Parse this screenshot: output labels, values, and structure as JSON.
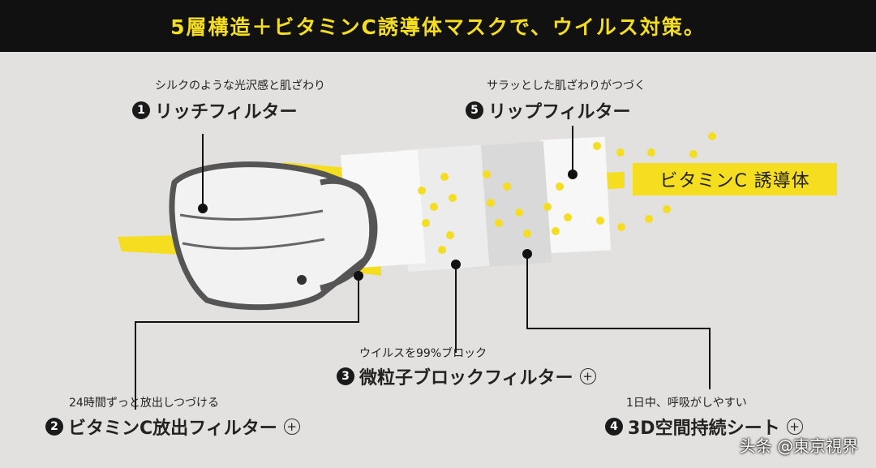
{
  "header": {
    "title": "5層構造＋ビタミンC誘導体マスクで、ウイルス対策。"
  },
  "vitamin_label": "ビタミンC 誘導体",
  "layers": [
    {
      "number": "1",
      "sub": "シルクのような光沢感と肌ざわり",
      "name": "リッチフィルター",
      "plus": false
    },
    {
      "number": "2",
      "sub": "24時間ずっと放出しつづける",
      "name": "ビタミンC放出フィルター",
      "plus": true
    },
    {
      "number": "3",
      "sub": "ウイルスを99%ブロック",
      "name": "微粒子ブロックフィルター",
      "plus": true
    },
    {
      "number": "4",
      "sub": "1日中、呼吸がしやすい",
      "name": "3D空間持続シート",
      "plus": true
    },
    {
      "number": "5",
      "sub": "サラッとした肌ざわりがつづく",
      "name": "リップフィルター",
      "plus": false
    }
  ],
  "plus_symbol": "+",
  "watermark": "头条 @東京視界",
  "colors": {
    "accent_yellow": "#f5dd1f",
    "dark": "#111111",
    "background": "#e3e1df"
  },
  "icons": [
    "number-badge-icon",
    "plus-circle-icon"
  ]
}
